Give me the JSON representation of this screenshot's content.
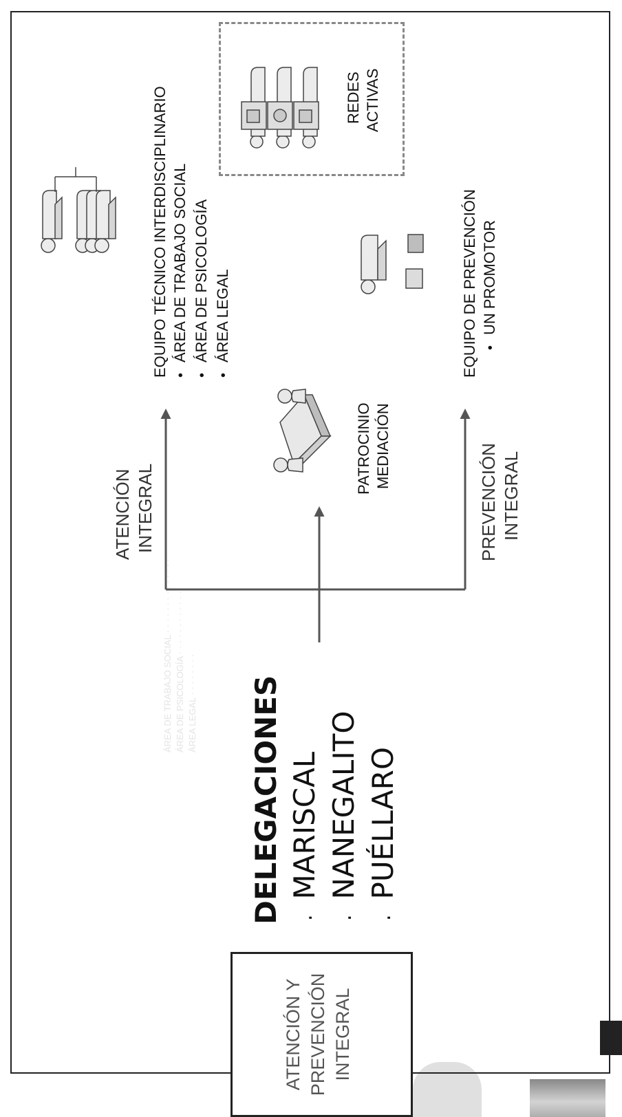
{
  "title_box": {
    "line1": "ATENCIÓN Y",
    "line2": "PREVENCIÓN",
    "line3": "INTEGRAL"
  },
  "delegaciones": {
    "heading": "DELEGACIONES",
    "items": [
      "MARISCAL",
      "NANEGALITO",
      "PUÉLLARO"
    ],
    "bullet": "."
  },
  "flows": {
    "atencion": {
      "line1": "ATENCIÓN",
      "line2": "INTEGRAL"
    },
    "prevencion": {
      "line1": "PREVENCIÓN",
      "line2": "INTEGRAL"
    }
  },
  "patrocinio": {
    "line1": "PATROCINIO",
    "line2": "MEDIACIÓN"
  },
  "equipo_tecnico": {
    "title": "EQUIPO  TÉCNICO INTERDISCIPLINARIO",
    "items": [
      "ÁREA DE  TRABAJO SOCIAL",
      "ÁREA  DE PSICOLOGÍA",
      "ÁREA LEGAL"
    ]
  },
  "equipo_prevencion": {
    "title": "EQUIPO DE PREVENCIÓN",
    "items": [
      "UN PROMOTOR"
    ]
  },
  "redes": {
    "line1": "REDES",
    "line2": "ACTIVAS"
  },
  "colors": {
    "arrow": "#555555",
    "frame": "#222222",
    "title_text": "#555555",
    "dashed": "#888888"
  }
}
